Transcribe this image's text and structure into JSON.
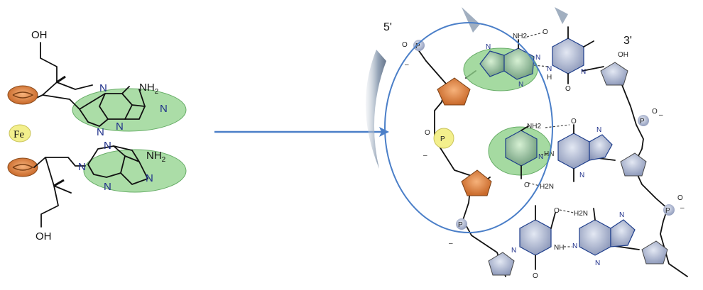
{
  "left_molecule": {
    "oh_top": "OH",
    "oh_bottom": "OH",
    "metal": "Fe",
    "nh2_top": "NH",
    "nh2_bottom": "NH",
    "nh2_sub": "2",
    "n_label": "N"
  },
  "right_dna": {
    "end_5": "5'",
    "end_3": "3'",
    "oh": "OH",
    "nh2": "NH2",
    "h2n": "H2N",
    "o": "O",
    "n": "N",
    "h": "H",
    "nh": "NH",
    "hn": "HN",
    "p": "P"
  },
  "colors": {
    "highlight_green": "#8fd18a",
    "ring_orange": "#e0894a",
    "fe_yellow": "#f3ef8c",
    "arrow_blue": "#4b7fc8",
    "base_gray": "#8d98b5"
  }
}
